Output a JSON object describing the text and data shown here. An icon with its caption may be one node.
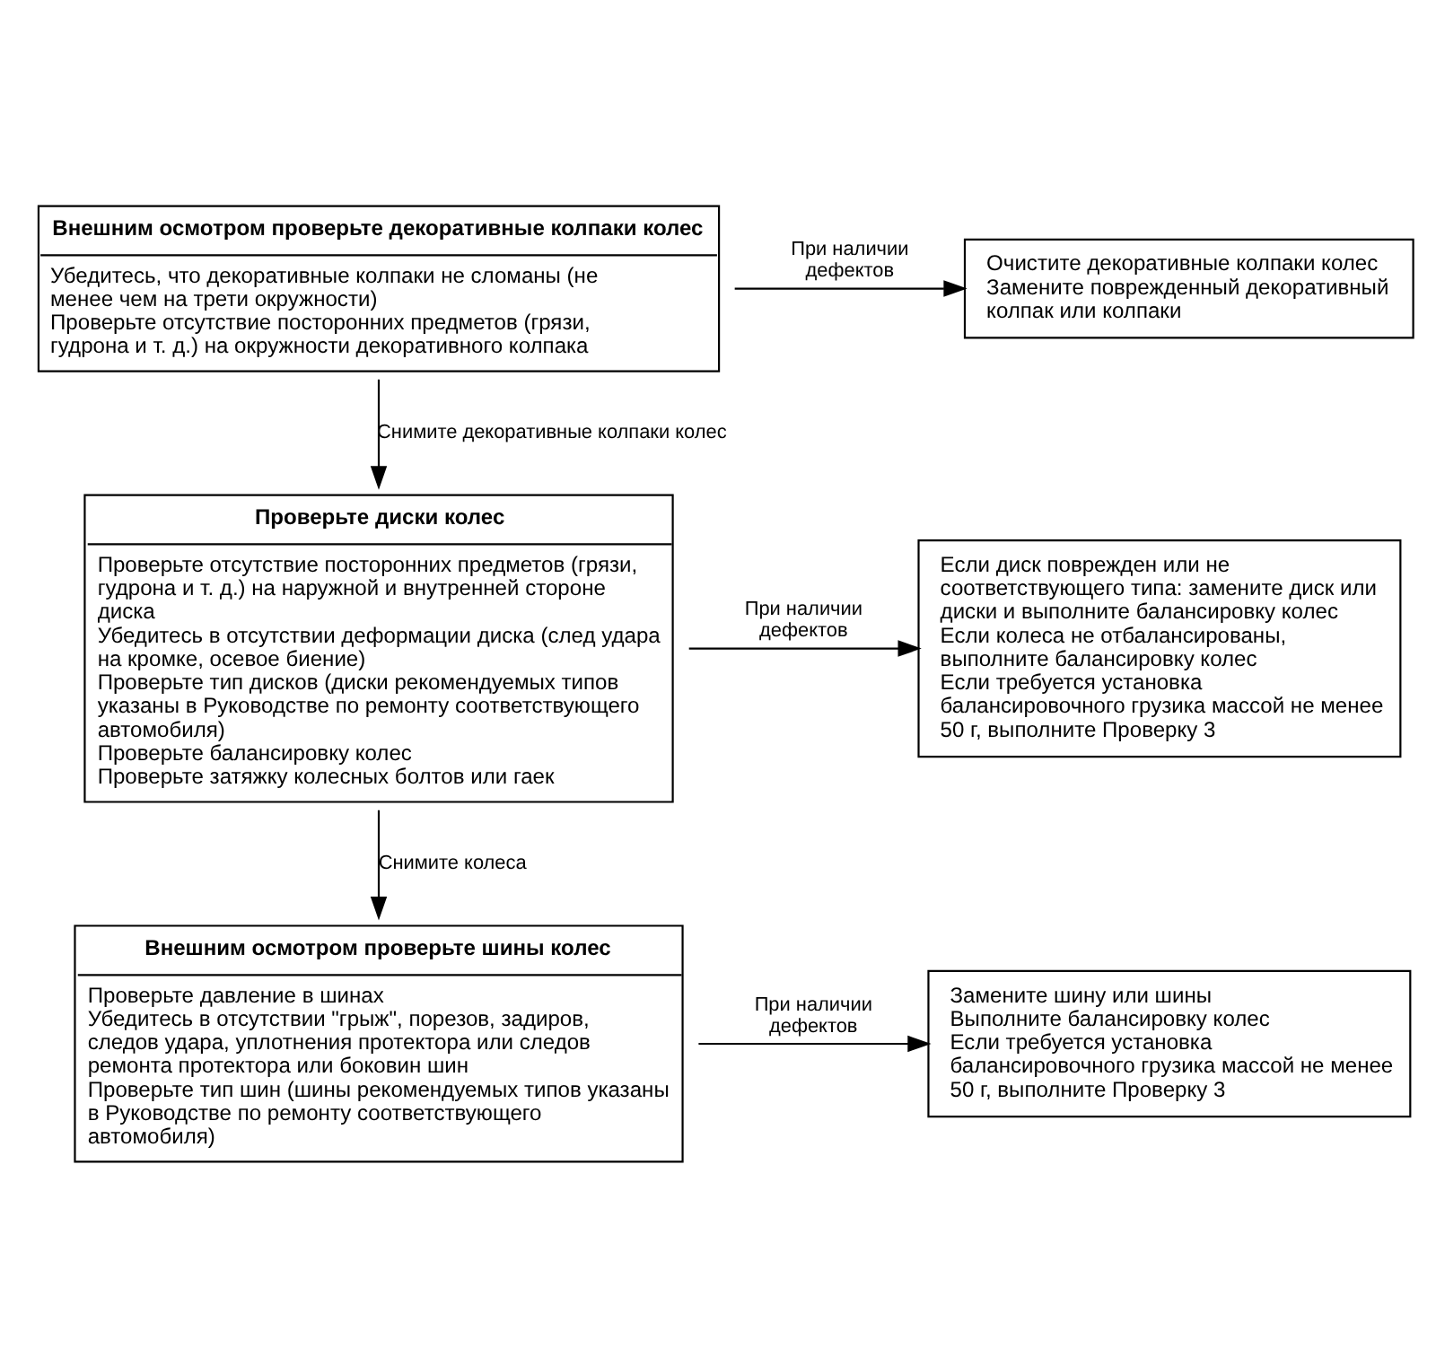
{
  "diagram": {
    "nodes": [
      {
        "text": [
          "Внешним осмотром проверьте декоративные колпаки колес",
          "Убедитесь, что декоративные колпаки не сломаны (не менее чем на трети окружности)",
          "Проверьте отсутствие посторонних предметов (грязи, гудрона и т. д.) на окружности декоративного колпака"
        ]
      },
      {
        "text": [
          "Очистите декоративные колпаки колес",
          "Замените поврежденный декоративный колпак или колпаки"
        ]
      },
      {
        "text": [
          "Проверьте диски колес",
          "Проверьте отсутствие посторонних предметов (грязи, гудрона и т. д.) на наружной и внутренней стороне диска",
          "Убедитесь в отсутствии деформации диска (след удара на кромке, осевое биение)",
          "Проверьте тип дисков (диски рекомендуемых типов указаны в Руководстве по ремонту соответствующего автомобиля)",
          "Проверьте балансировку колес",
          "Проверьте затяжку колесных болтов или гаек"
        ]
      },
      {
        "text": [
          "Если диск поврежден или не соответствующего типа: замените диск или диски и выполните балансировку колес",
          "Если колеса не отбалансированы, выполните балансировку колес",
          "Если требуется установка балансировочного грузика массой не менее 50 г, выполните Проверку 3"
        ]
      },
      {
        "text": [
          "Внешним осмотром проверьте шины колес",
          "Проверьте давление в шинах",
          "Убедитесь в отсутствии \"грыж\", порезов, задиров, следов удара, уплотнения протектора или следов ремонта протектора или боковин шин",
          "Проверьте тип шин (шины рекомендуемых типов указаны в Руководстве по ремонту соответствующего автомобиля)"
        ]
      },
      {
        "text": [
          "Замените шину или шины",
          "Выполните балансировку колес",
          "Если требуется установка балансировочного грузика массой не менее 50 г, выполните Проверку 3"
        ]
      }
    ],
    "edges": [
      {
        "from": 0,
        "to": 1,
        "arrow": "to",
        "label": "При наличии дефектов"
      },
      {
        "from": 0,
        "to": 2,
        "arrow": "to",
        "label": "Снимите декоративные колпаки колес"
      },
      {
        "from": 2,
        "to": 3,
        "arrow": "to",
        "label": "При наличии дефектов"
      },
      {
        "from": 2,
        "to": 4,
        "arrow": "to",
        "label": "Снимите колеса"
      },
      {
        "from": 4,
        "to": 5,
        "arrow": "to",
        "label": "При наличии дефектов"
      }
    ]
  }
}
